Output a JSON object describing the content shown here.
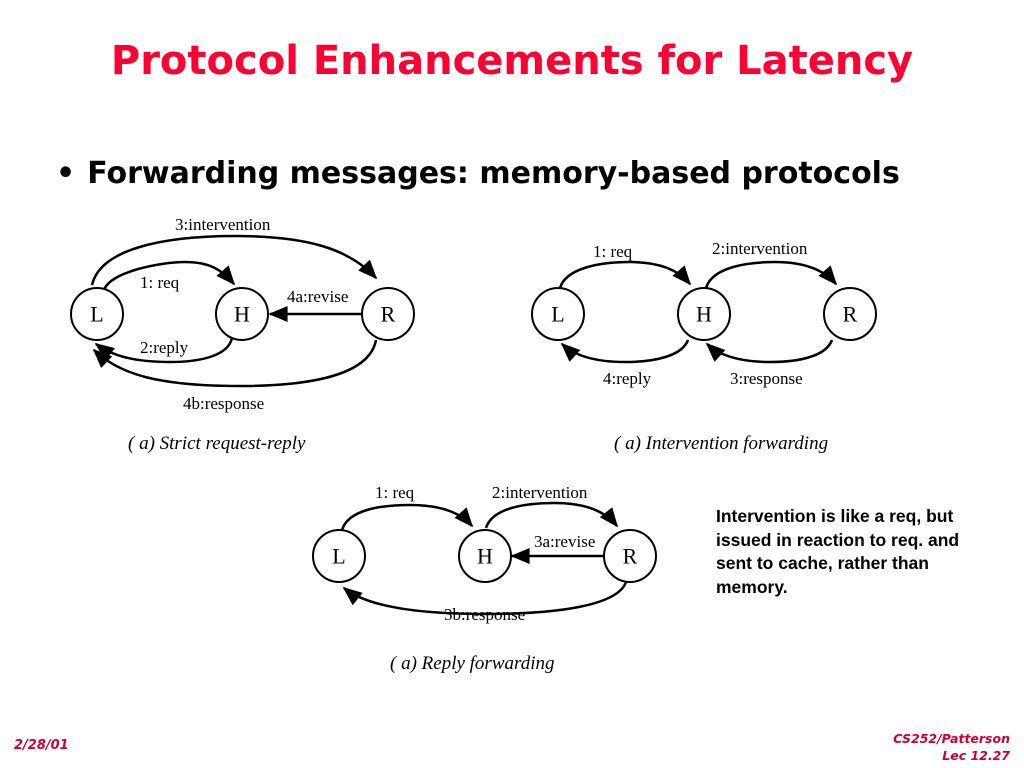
{
  "slide": {
    "title": "Protocol Enhancements for Latency",
    "bullet": "Forwarding messages: memory-based protocols",
    "bullet_glyph": "•",
    "note": "Intervention is like a req, but issued in reaction to req. and sent to cache, rather than memory.",
    "footer_date": "2/28/01",
    "footer_course": "CS252/Patterson",
    "footer_lecture": "Lec 12.27",
    "title_color": "#ff0033",
    "footer_color": "#cc0033"
  },
  "diagrams": {
    "strict": {
      "caption": "( a) Strict request-reply",
      "nodes": {
        "L": "L",
        "H": "H",
        "R": "R"
      },
      "edges": {
        "intervention": "3:intervention",
        "req": "1: req",
        "revise": "4a:revise",
        "reply": "2:reply",
        "response": "4b:response"
      }
    },
    "intervention": {
      "caption": "( a) Intervention forwarding",
      "nodes": {
        "L": "L",
        "H": "H",
        "R": "R"
      },
      "edges": {
        "req": "1: req",
        "intervention": "2:intervention",
        "reply": "4:reply",
        "response": "3:response"
      }
    },
    "reply": {
      "caption": "( a) Reply forwarding",
      "nodes": {
        "L": "L",
        "H": "H",
        "R": "R"
      },
      "edges": {
        "req": "1: req",
        "intervention": "2:intervention",
        "revise": "3a:revise",
        "response": "3b:response"
      }
    }
  }
}
